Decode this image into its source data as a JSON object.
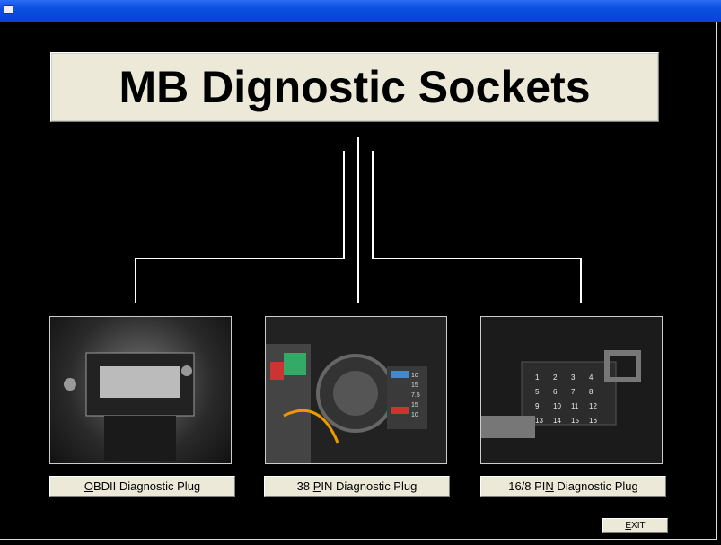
{
  "title": "MB Dignostic Sockets",
  "buttons": [
    {
      "pre": "",
      "ul": "O",
      "post": "BDII Diagnostic Plug"
    },
    {
      "pre": "38 ",
      "ul": "P",
      "post": "IN Diagnostic Plug"
    },
    {
      "pre": "16/8 PI",
      "ul": "N",
      "post": " Diagnostic Plug"
    }
  ],
  "exit": {
    "pre": "",
    "ul": "E",
    "post": "XIT"
  },
  "pin_labels": [
    "1",
    "2",
    "3",
    "4",
    "5",
    "6",
    "7",
    "8",
    "9",
    "10",
    "11",
    "12",
    "13",
    "14",
    "15",
    "16"
  ],
  "fuse_labels": [
    "10",
    "15",
    "7.5",
    "15",
    "10"
  ]
}
